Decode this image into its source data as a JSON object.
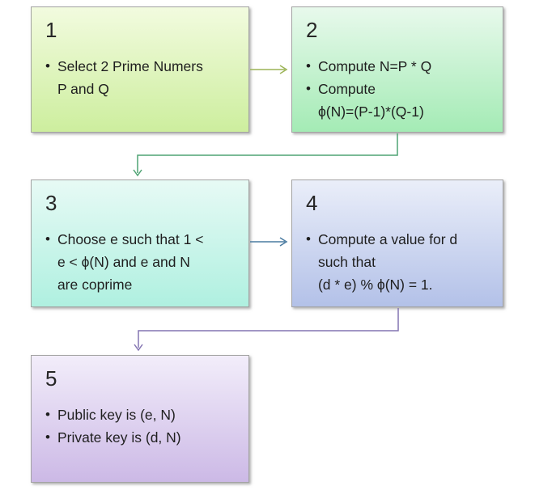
{
  "steps": [
    {
      "number": "1",
      "bullet_char": "•",
      "bullets": [
        "Select 2 Prime Numers\nP and Q"
      ],
      "color_top": "#f2fbdf",
      "color_bottom": "#cdee9e"
    },
    {
      "number": "2",
      "bullet_char": "•",
      "bullets": [
        "Compute N=P * Q",
        "Compute\nϕ(N)=(P-1)*(Q-1)"
      ],
      "color_top": "#e8f9ec",
      "color_bottom": "#a4ebb5"
    },
    {
      "number": "3",
      "bullet_char": "•",
      "bullets": [
        "Choose e such that 1 <\ne < ϕ(N) and e and N\nare coprime"
      ],
      "color_top": "#e7faf5",
      "color_bottom": "#aff0e0"
    },
    {
      "number": "4",
      "bullet_char": "•",
      "bullets": [
        "Compute a value for d\nsuch that\n(d * e) % ϕ(N) = 1."
      ],
      "color_top": "#eaeef9",
      "color_bottom": "#b3c1e8"
    },
    {
      "number": "5",
      "bullet_char": "•",
      "bullets": [
        "Public key is (e, N)",
        "Private key is (d, N)"
      ],
      "color_top": "#f2edfa",
      "color_bottom": "#ccb9e6"
    }
  ],
  "connectors": {
    "step1_to_step2_color": "#9cb457",
    "step2_to_step3_color": "#4fa373",
    "step3_to_step4_color": "#4a7ba0",
    "step4_to_step5_color": "#8475b2"
  }
}
